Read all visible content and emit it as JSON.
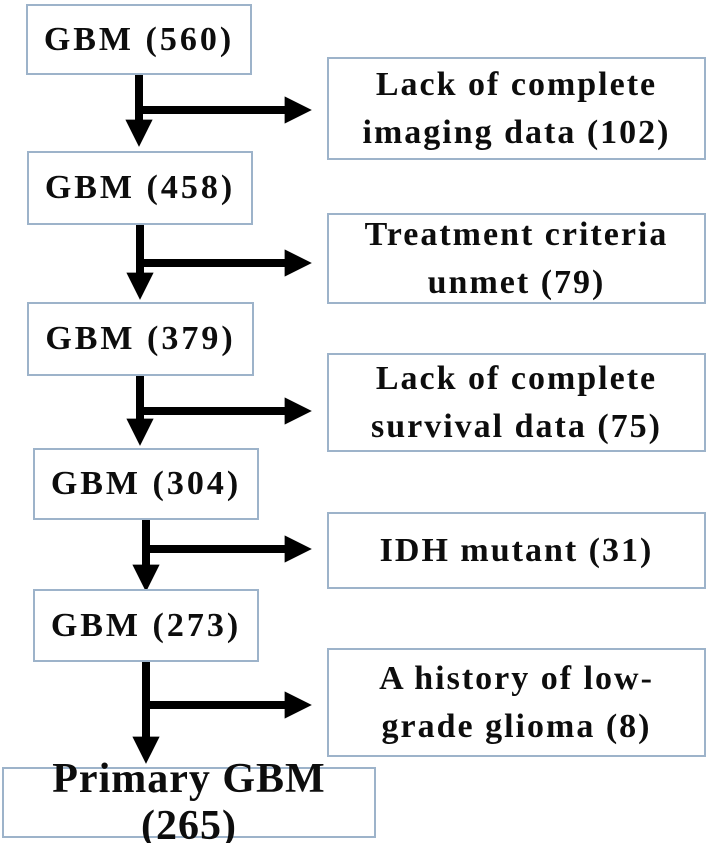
{
  "diagram": {
    "type": "flowchart",
    "subject": "patient-selection-cascade",
    "flow_boxes": [
      {
        "label": "GBM (560)",
        "count": 560
      },
      {
        "label": "GBM (458)",
        "count": 458
      },
      {
        "label": "GBM (379)",
        "count": 379
      },
      {
        "label": "GBM (304)",
        "count": 304
      },
      {
        "label": "GBM (273)",
        "count": 273
      },
      {
        "label": "Primary GBM (265)",
        "count": 265
      }
    ],
    "exclusion_boxes": [
      {
        "label": "Lack of complete\nimaging data (102)",
        "count": 102
      },
      {
        "label": "Treatment criteria\nunmet (79)",
        "count": 79
      },
      {
        "label": "Lack of complete\nsurvival data (75)",
        "count": 75
      },
      {
        "label": "IDH mutant (31)",
        "count": 31
      },
      {
        "label": "A history of low-\ngrade glioma (8)",
        "count": 8
      }
    ],
    "colors": {
      "box_border": "#9db3ca",
      "arrow": "#000000",
      "text": "#0d0d0d",
      "background": "#ffffff"
    }
  }
}
